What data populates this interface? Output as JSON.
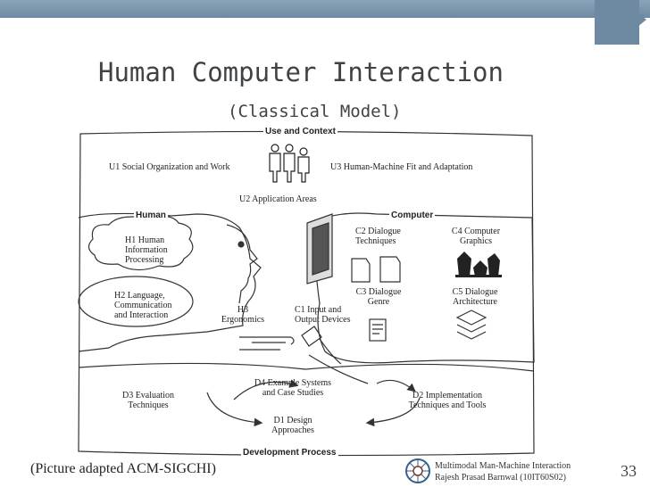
{
  "slide": {
    "title": "Human Computer Interaction",
    "subtitle": "(Classical Model)",
    "caption": "(Picture adapted ACM-SIGCHI)",
    "credit_line1": "Multimodal Man-Machine Interaction",
    "credit_line2": "Rajesh Prasad Barnwal (10IT60S02)",
    "page_number": "33"
  },
  "diagram": {
    "use_context": {
      "title": "Use and Context",
      "u1": "U1 Social Organization and Work",
      "u2": "U2 Application Areas",
      "u3": "U3 Human-Machine Fit and Adaptation"
    },
    "human": {
      "title": "Human",
      "h1": [
        "H1 Human",
        "Information",
        "Processing"
      ],
      "h2": [
        "H2 Language,",
        "Communication",
        "and Interaction"
      ],
      "h3": [
        "H3",
        "Ergonomics"
      ]
    },
    "computer": {
      "title": "Computer",
      "c1": [
        "C1 Input and",
        "Output Devices"
      ],
      "c2": [
        "C2 Dialogue",
        "Techniques"
      ],
      "c3": [
        "C3 Dialogue",
        "Genre"
      ],
      "c4": [
        "C4 Computer",
        "Graphics"
      ],
      "c5": [
        "C5 Dialogue",
        "Architecture"
      ]
    },
    "development": {
      "title": "Development Process",
      "d1": [
        "D1 Design",
        "Approaches"
      ],
      "d2": [
        "D2 Implementation",
        "Techniques and Tools"
      ],
      "d3": [
        "D3 Evaluation",
        "Techniques"
      ],
      "d4": [
        "D4 Example Systems",
        "and Case Studies"
      ]
    }
  }
}
